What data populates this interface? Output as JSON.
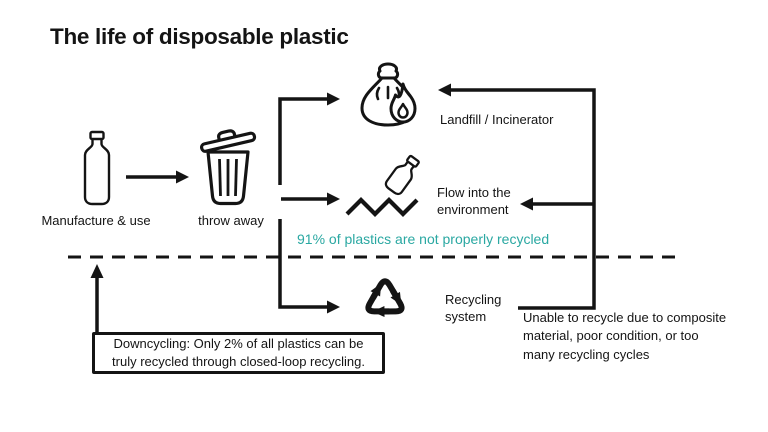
{
  "colors": {
    "accent": "#2aa8a2",
    "ink": "#141414"
  },
  "title": "The life of disposable plastic",
  "stages": {
    "manufacture": "Manufacture & use",
    "throw_away": "throw away",
    "landfill": "Landfill / Incinerator",
    "environment": "Flow into the\nenvironment",
    "recycling": "Recycling\nsystem"
  },
  "annotations": {
    "not_recycled": "91% of plastics are not properly recycled",
    "unable_note": "Unable to recycle due to composite\nmaterial, poor condition, or too\nmany recycling cycles",
    "downcycling_note": "Downcycling: Only 2% of all plastics can be\ntruly recycled through closed-loop recycling."
  }
}
